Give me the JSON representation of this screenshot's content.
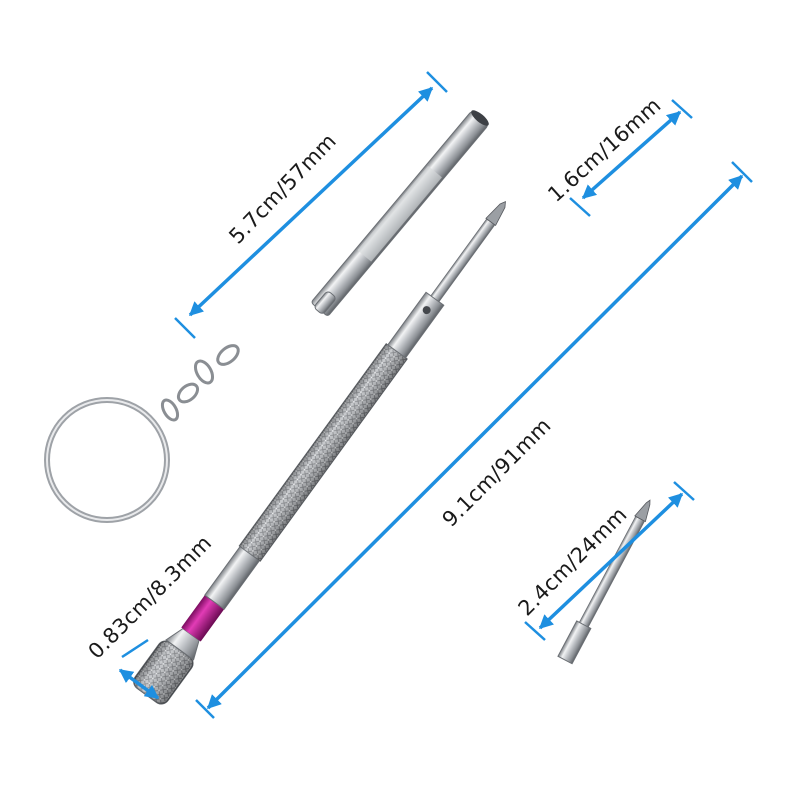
{
  "dimensions": {
    "keychain_length": "5.7cm/57mm",
    "tip_length": "1.6cm/16mm",
    "total_length": "9.1cm/91mm",
    "head_diameter": "0.83cm/8.3mm",
    "spare_bit_length": "2.4cm/24mm"
  },
  "colors": {
    "arrow": "#1e8fe0",
    "steel": "#b9bcc0",
    "band": "#b0148a"
  }
}
